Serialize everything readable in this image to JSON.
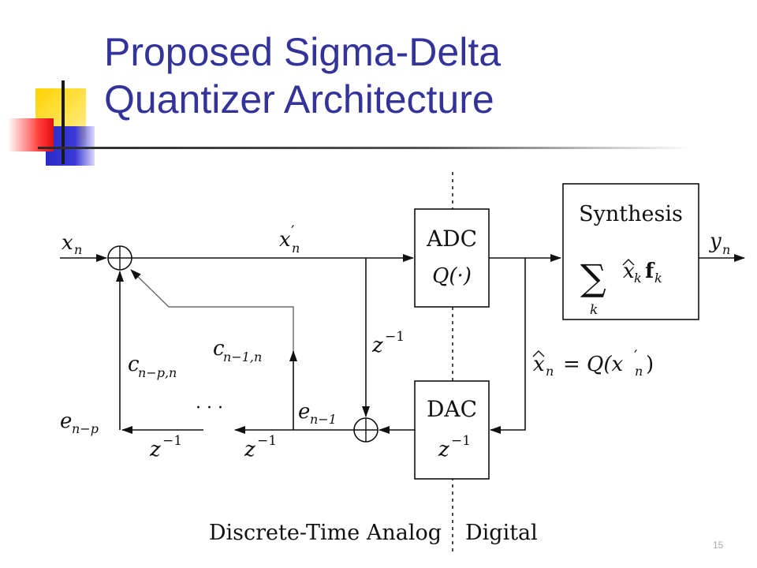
{
  "slide": {
    "title_line1": "Proposed Sigma-Delta",
    "title_line2": "Quantizer Architecture",
    "page_number": "15"
  },
  "diagram": {
    "blocks": {
      "adc": {
        "label": "ADC",
        "func": "Q(·)"
      },
      "dac": {
        "label": "DAC",
        "z": "z",
        "zexp": "−1"
      },
      "synthesis": {
        "label": "Synthesis",
        "sum_symbol": "∑",
        "sum_index": "k",
        "sum_body_x": "x",
        "sum_body_k": "k",
        "sum_body_f": "f",
        "sum_body_fk": "k"
      }
    },
    "signals": {
      "input": {
        "base": "x",
        "sub": "n"
      },
      "xprime": {
        "base": "x",
        "prime": "′",
        "sub": "n"
      },
      "output": {
        "base": "y",
        "sub": "n"
      },
      "xhat_eq": {
        "lhs_base": "x",
        "lhs_sub": "n",
        "eq": "= Q(x",
        "rhs_prime": "′",
        "rhs_sub": "n",
        "close": ")"
      },
      "delay_mid": {
        "base": "z",
        "exp": "−1"
      },
      "delay_1": {
        "base": "z",
        "exp": "−1"
      },
      "delay_2": {
        "base": "z",
        "exp": "−1"
      },
      "e_n_minus_1": {
        "base": "e",
        "sub": "n−1"
      },
      "e_n_minus_p": {
        "base": "e",
        "sub": "n−p"
      },
      "c_n_minus_1": {
        "base": "c",
        "sub": "n−1,n"
      },
      "c_n_minus_p": {
        "base": "c",
        "sub": "n−p,n"
      },
      "ellipsis": "· · ·"
    },
    "domains": {
      "left": "Discrete-Time Analog",
      "right": "Digital"
    }
  }
}
